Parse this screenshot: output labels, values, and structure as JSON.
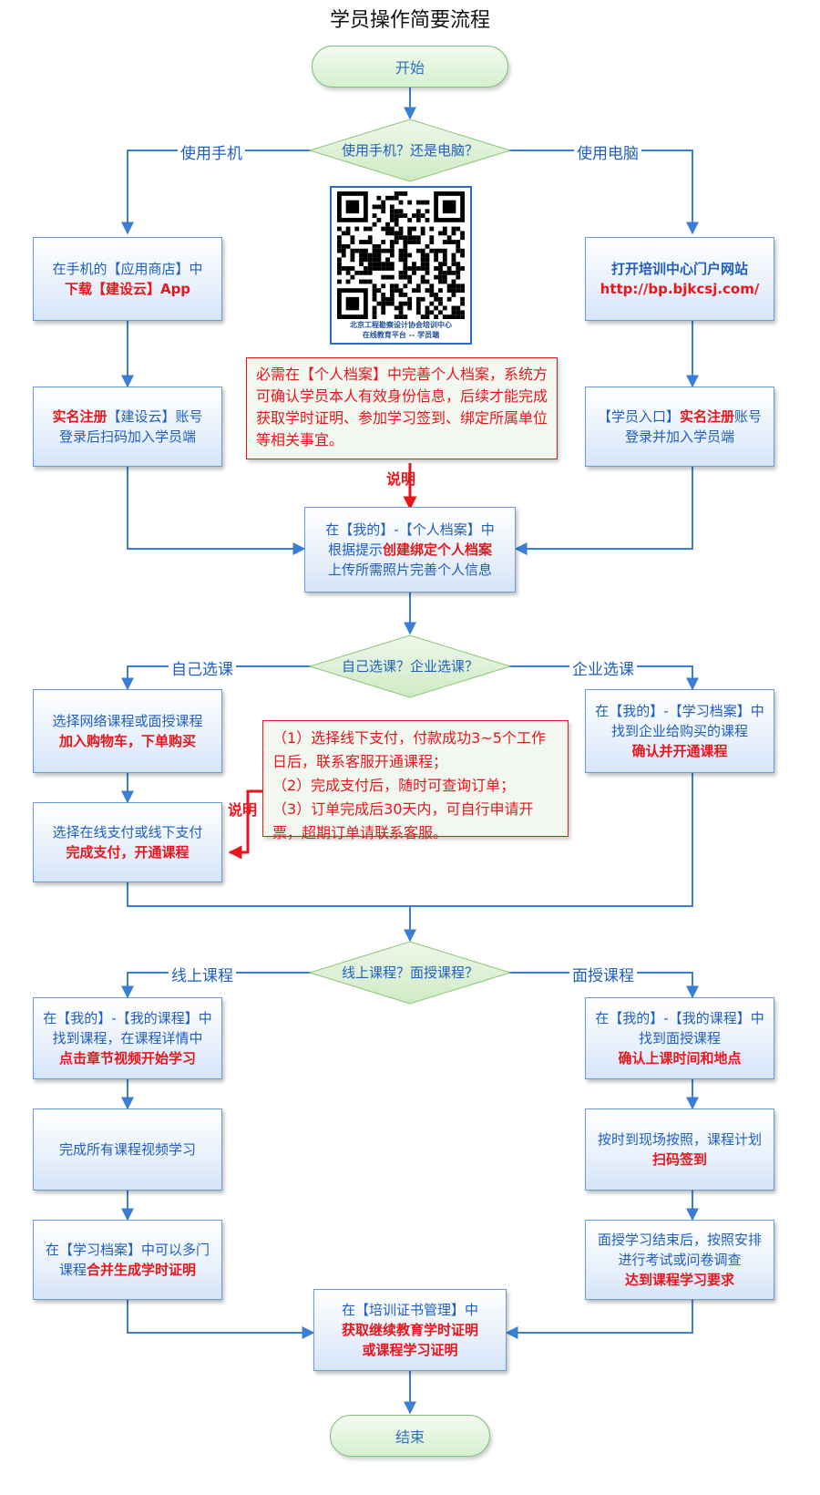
{
  "title": "学员操作简要流程",
  "start": "开始",
  "end": "结束",
  "decision1": {
    "question": "使用手机？还是电脑？",
    "left": "使用手机",
    "right": "使用电脑"
  },
  "phone": {
    "step1": {
      "a": "在手机的【应用商店】中",
      "b": "下载【建设云】App"
    },
    "step2": {
      "a_red": "实名注册",
      "a_blue": "【建设云】账号",
      "b": "登录后扫码加入学员端"
    }
  },
  "pc": {
    "step1": {
      "a": "打开培训中心门户网站",
      "b": "http://bp.bjkcsj.com/"
    },
    "step2": {
      "a_blue": "【学员入口】",
      "a_red": "实名注册",
      "a_blue2": "账号",
      "b": "登录并加入学员端"
    }
  },
  "qr": {
    "caption1": "北京工程勘察设计协会培训中心",
    "caption2": "在线教育平台 -- 学员端"
  },
  "note1": "必需在【个人档案】中完善个人档案，系统方可确认学员本人有效身份信息，后续才能完成获取学时证明、参加学习签到、绑定所属单位等相关事宜。",
  "shuoming": "说明",
  "profile": {
    "a": "在【我的】-【个人档案】中",
    "b_blue": "根据提示",
    "b_red": "创建绑定个人档案",
    "c": "上传所需照片完善个人信息"
  },
  "decision2": {
    "question": "自己选课？企业选课？",
    "left": "自己选课",
    "right": "企业选课"
  },
  "self1": {
    "a": "选择网络课程或面授课程",
    "b": "加入购物车，下单购买"
  },
  "self2": {
    "a": "选择在线支付或线下支付",
    "b": "完成支付，开通课程"
  },
  "corp": {
    "a": "在【我的】-【学习档案】中",
    "b": "找到企业给购买的课程",
    "c": "确认并开通课程"
  },
  "note2": [
    "（1）选择线下支付，付款成功3~5个工作日后，联系客服开通课程；",
    "（2）完成支付后，随时可查询订单；",
    "（3）订单完成后30天内，可自行申请开票，超期订单请联系客服。"
  ],
  "decision3": {
    "question": "线上课程？面授课程？",
    "left": "线上课程",
    "right": "面授课程"
  },
  "online1": {
    "a": "在【我的】-【我的课程】中",
    "b": "找到课程，在课程详情中",
    "c": "点击章节视频开始学习"
  },
  "online2": {
    "a": "完成所有课程视频学习"
  },
  "online3": {
    "a": "在【学习档案】中可以多门",
    "b_blue": "课程",
    "b_red": "合并生成学时证明"
  },
  "f2f1": {
    "a": "在【我的】-【我的课程】中",
    "b": "找到面授课程",
    "c": "确认上课时间和地点"
  },
  "f2f2": {
    "a": "按时到现场按照，课程计划",
    "b": "扫码签到"
  },
  "f2f3": {
    "a": "面授学习结束后，按照安排",
    "b": "进行考试或问卷调查",
    "c": "达到课程学习要求"
  },
  "cert": {
    "a": "在【培训证书管理】中",
    "b": "获取继续教育学时证明",
    "c": "或课程学习证明"
  },
  "colors": {
    "blue": "#1f5fbf",
    "red": "#e8161c",
    "line": "#3a7fd5",
    "diamond": "#d8efcf"
  }
}
